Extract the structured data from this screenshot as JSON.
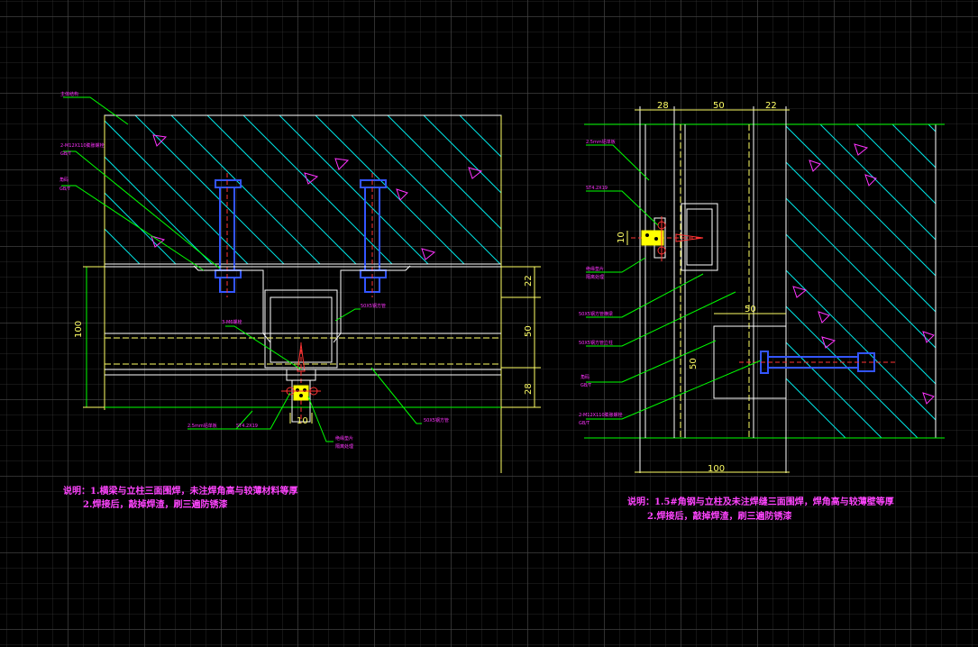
{
  "colors": {
    "background": "#000000",
    "grid": "#3a3a3a",
    "wall_outline": "#ffffff",
    "hatch": "#00e5e5",
    "leader": "#00ff00",
    "dimension": "#ffff66",
    "bolt": "#3355ff",
    "text": "#ff33ff",
    "insulator": "#ffff00",
    "center_line": "#ff3333"
  },
  "left_view": {
    "dims": {
      "total": "100",
      "top": "22",
      "middle": "50",
      "bottom": "28",
      "plate": "10"
    },
    "labels": {
      "concrete": "主体结构",
      "anchor_bolt": "2-M12X110膨胀螺栓",
      "anchor_spec": "GB/T",
      "angle_code": "角码",
      "angle_spec": "GB/T",
      "pin": "3-M6螺栓",
      "tube": "50X5钢方管",
      "plate": "2.5mm铝单板",
      "screw": "ST4.2X19",
      "stringer": "50X5钢方管",
      "insulator": "绝缘垫片",
      "insulator_note": "隔离处理"
    },
    "notes": [
      "说明：1.横梁与立柱三面围焊，未注焊角高与较薄材料等厚",
      "2.焊接后，敲掉焊渣，刷三遍防锈漆"
    ]
  },
  "right_view": {
    "dims": {
      "d1": "28",
      "d2": "50",
      "d3": "22",
      "total": "100",
      "plate": "10",
      "tube_w": "50",
      "tube_h": "50"
    },
    "labels": {
      "panel": "2.5mm铝单板",
      "screw": "ST4.2X19",
      "insulator": "绝缘垫片",
      "insulator_note": "隔离处理",
      "beam": "50X5钢方管横梁",
      "column": "50X5钢方管立柱",
      "angle_code": "角码",
      "angle_spec": "GB/T",
      "anchor_bolt": "2-M12X110膨胀螺栓",
      "anchor_spec": "GB/T"
    },
    "notes": [
      "说明：1.5#角钢与立柱及未注焊缝三面围焊，焊角高与较薄壁等厚",
      "2.焊接后，敲掉焊渣，刷三遍防锈漆"
    ]
  }
}
